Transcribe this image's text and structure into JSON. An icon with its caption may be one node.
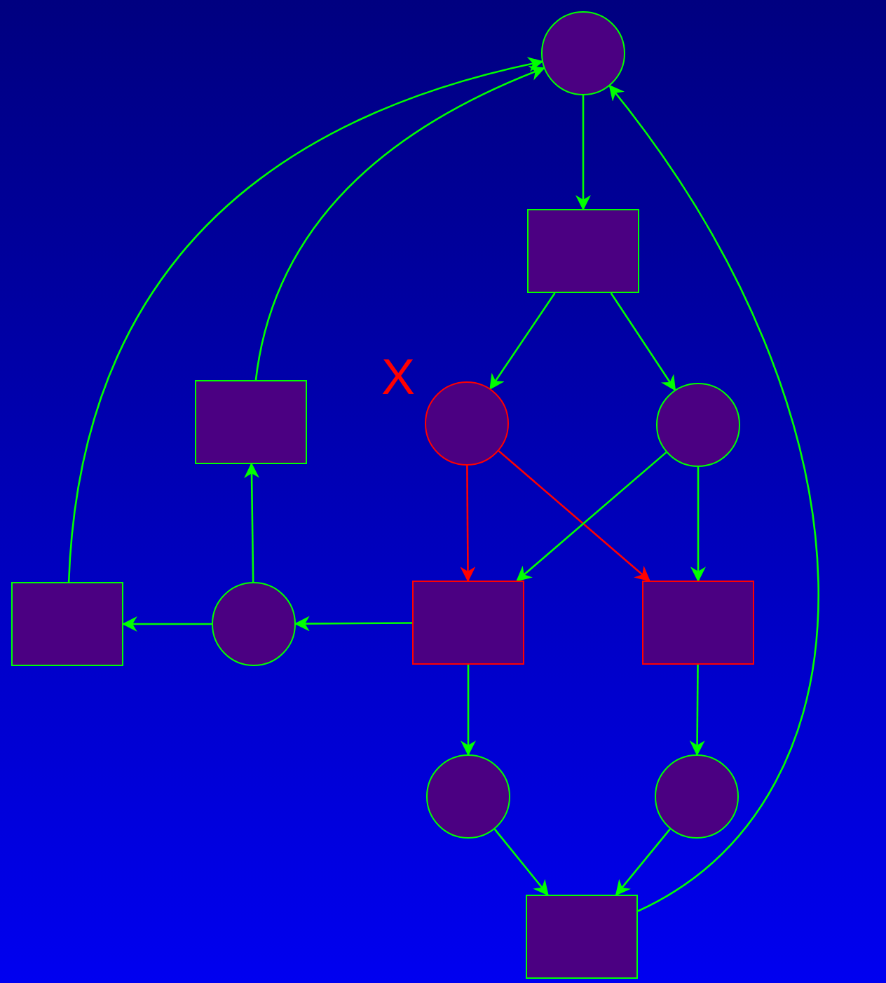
{
  "diagram": {
    "nodes": [
      {
        "text": [],
        "shape": "circle"
      },
      {
        "text": [],
        "shape": "box"
      },
      {
        "text": [],
        "shape": "box"
      },
      {
        "text": [],
        "shape": "circle",
        "beside": [
          "X"
        ]
      },
      {
        "text": [],
        "shape": "circle"
      },
      {
        "text": [],
        "shape": "box"
      },
      {
        "text": [],
        "shape": "circle"
      },
      {
        "text": [],
        "shape": "box"
      },
      {
        "text": [],
        "shape": "box"
      },
      {
        "text": [],
        "shape": "circle"
      },
      {
        "text": [],
        "shape": "circle"
      },
      {
        "text": [],
        "shape": "box"
      }
    ],
    "edges": [
      {
        "from": 0,
        "to": 1,
        "arrow": "to"
      },
      {
        "from": 1,
        "to": 3,
        "arrow": "to"
      },
      {
        "from": 1,
        "to": 4,
        "arrow": "to"
      },
      {
        "from": 2,
        "to": 0,
        "arrow": "to"
      },
      {
        "from": 5,
        "to": 0,
        "arrow": "to"
      },
      {
        "from": 11,
        "to": 0,
        "arrow": "to"
      },
      {
        "from": 3,
        "to": 7,
        "arrow": "to",
        "color": "#ff0000"
      },
      {
        "from": 3,
        "to": 8,
        "arrow": "to",
        "color": "#ff0000"
      },
      {
        "from": 4,
        "to": 7,
        "arrow": "to"
      },
      {
        "from": 4,
        "to": 8,
        "arrow": "to"
      },
      {
        "from": 7,
        "to": 6,
        "arrow": "to"
      },
      {
        "from": 6,
        "to": 5,
        "arrow": "to"
      },
      {
        "from": 6,
        "to": 2,
        "arrow": "to"
      },
      {
        "from": 7,
        "to": 9,
        "arrow": "to"
      },
      {
        "from": 8,
        "to": 10,
        "arrow": "to"
      },
      {
        "from": 9,
        "to": 11,
        "arrow": "to"
      },
      {
        "from": 10,
        "to": 11,
        "arrow": "to"
      }
    ]
  }
}
